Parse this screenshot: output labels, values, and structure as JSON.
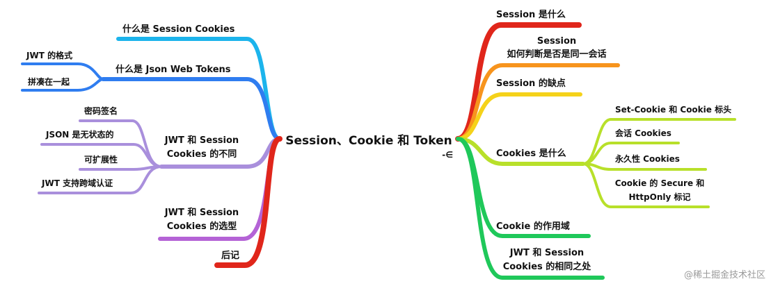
{
  "root": {
    "label": "Session、Cookie 和 Token",
    "marker": "-∈"
  },
  "left": {
    "what_session_cookies": "什么是 Session Cookies",
    "what_jwt": "什么是 Json Web Tokens",
    "jwt_format": "JWT 的格式",
    "jwt_concat": "拼凑在一起",
    "diff_line1": "JWT 和 Session",
    "diff_line2": "Cookies 的不同",
    "sig": "密码签名",
    "stateless": "JSON 是无状态的",
    "scalable": "可扩展性",
    "cross_domain": "JWT 支持跨域认证",
    "select_line1": "JWT 和 Session",
    "select_line2": "Cookies 的选型",
    "postscript": "后记"
  },
  "right": {
    "what_session": "Session 是什么",
    "same_session_line1": "Session",
    "same_session_line2": "如何判断是否是同一会话",
    "session_drawbacks": "Session 的缺点",
    "what_cookies": "Cookies 是什么",
    "set_cookie": "Set-Cookie 和 Cookie 标头",
    "session_cookies": "会话 Cookies",
    "persistent_cookies": "永久性 Cookies",
    "secure_line1": "Cookie 的 Secure 和",
    "secure_line2": "HttpOnly 标记",
    "cookie_scope": "Cookie 的作用域",
    "same_line1": "JWT 和 Session",
    "same_line2": "Cookies 的相同之处"
  },
  "watermark": "@稀土掘金技术社区",
  "colors": {
    "red": "#e0261b",
    "orange": "#f7941d",
    "yellow": "#f5d21a",
    "lime": "#b8e02a",
    "green": "#1fc85a",
    "cyan": "#1cb4ec",
    "blue": "#2f7df0",
    "lavender": "#a98fdc",
    "purple": "#b463d6",
    "text": "#111111"
  }
}
